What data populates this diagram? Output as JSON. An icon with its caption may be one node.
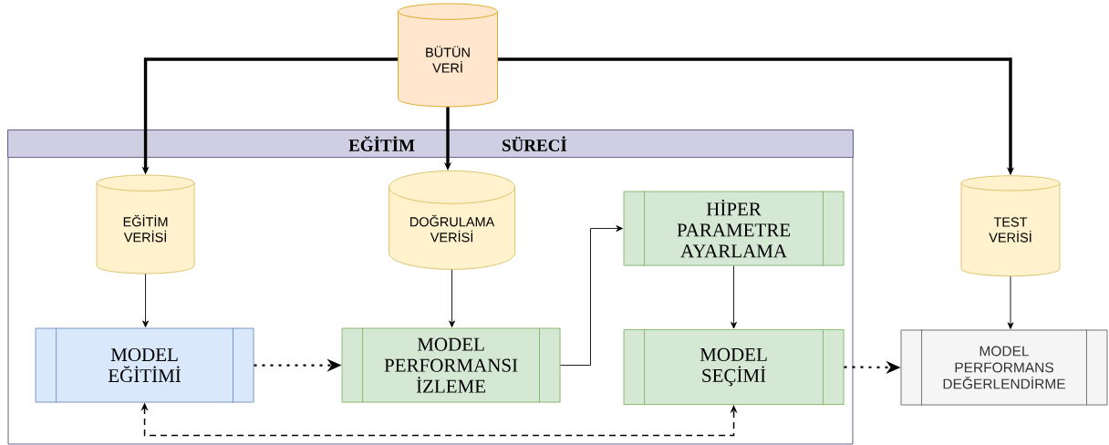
{
  "diagram": {
    "nodes": [
      {
        "text": [
          "EĞİTİM SÜRECİ"
        ]
      },
      {
        "text": [
          "BÜTÜN VERİ"
        ]
      },
      {
        "text": [
          "EĞİTİM VERİSİ"
        ],
        "in": 0
      },
      {
        "text": [
          "DOĞRULAMA VERİSİ"
        ],
        "in": 0
      },
      {
        "text": [
          "HİPER PARAMETRE AYARLAMA"
        ],
        "in": 0
      },
      {
        "text": [
          "TEST VERİSİ"
        ]
      },
      {
        "text": [
          "MODEL EĞİTİMİ"
        ],
        "in": 0
      },
      {
        "text": [
          "MODEL PERFORMANSI İZLEME"
        ],
        "in": 0
      },
      {
        "text": [
          "MODEL SEÇİMİ"
        ],
        "in": 0
      },
      {
        "text": [
          "MODEL PERFORMANS DEĞERLENDİRME"
        ]
      }
    ],
    "edges": [
      {
        "from": 1,
        "to": 2,
        "arrow": "to",
        "style": "thick"
      },
      {
        "from": 1,
        "to": 3,
        "arrow": "to",
        "style": "thick"
      },
      {
        "from": 1,
        "to": 5,
        "arrow": "to",
        "style": "thick"
      },
      {
        "from": 2,
        "to": 6,
        "arrow": "to"
      },
      {
        "from": 3,
        "to": 7,
        "arrow": "to"
      },
      {
        "from": 7,
        "to": 4,
        "arrow": "to"
      },
      {
        "from": 4,
        "to": 8,
        "arrow": "to"
      },
      {
        "from": 5,
        "to": 9,
        "arrow": "to"
      },
      {
        "from": 6,
        "to": 7,
        "arrow": "to",
        "style": "dashed"
      },
      {
        "from": 8,
        "to": 9,
        "arrow": "to",
        "style": "dashed"
      },
      {
        "from": 6,
        "to": 8,
        "arrow": "both",
        "style": "dashed"
      }
    ]
  }
}
